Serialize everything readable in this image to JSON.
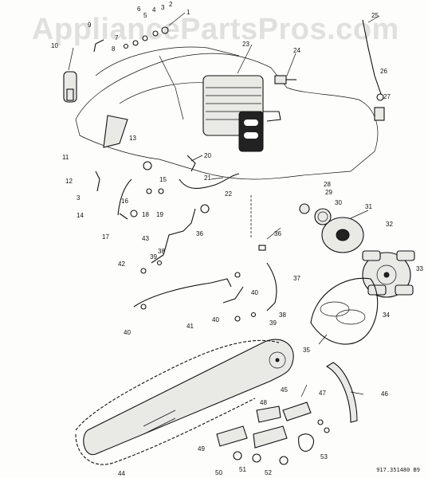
{
  "watermark": "AppliancePartsPros.com",
  "footer_code": "917.351480 B9",
  "callouts": [
    "1",
    "2",
    "3",
    "4",
    "5",
    "6",
    "7",
    "8",
    "9",
    "10",
    "11",
    "12",
    "13",
    "14",
    "15",
    "16",
    "17",
    "18",
    "19",
    "20",
    "21",
    "22",
    "23",
    "24",
    "25",
    "26",
    "27",
    "28",
    "29",
    "30",
    "31",
    "32",
    "33",
    "34",
    "35",
    "36",
    "37",
    "38",
    "39",
    "40",
    "41",
    "42",
    "43",
    "44",
    "45",
    "46",
    "47",
    "48",
    "49",
    "50",
    "51",
    "52",
    "53"
  ],
  "callout_3_second": "3",
  "callout_21_second": "21",
  "callout_36_second": "36",
  "callout_38_second": "38",
  "callout_39_second": "39",
  "callout_40_second": "40",
  "callout_40_third": "40"
}
